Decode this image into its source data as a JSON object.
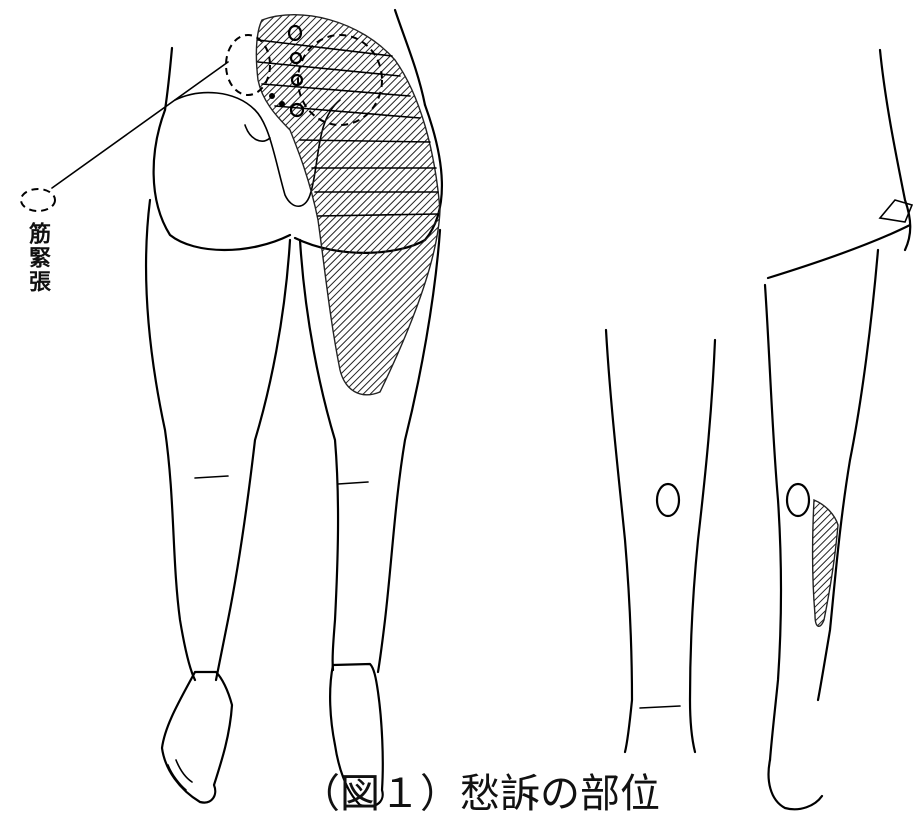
{
  "legend": {
    "label": "筋緊張",
    "marker_style": "dashed-ellipse"
  },
  "caption": {
    "text": "（図１）愁訴の部位"
  },
  "colors": {
    "line": "#000000",
    "hatch": "#222222",
    "background": "#ffffff"
  }
}
